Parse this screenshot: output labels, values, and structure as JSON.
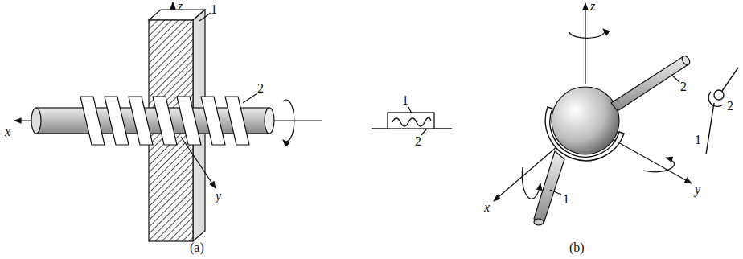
{
  "diagram": {
    "labels": [
      "z",
      "1",
      "x",
      "2",
      "y",
      "1",
      "2",
      "(a)",
      "z",
      "2",
      "x",
      "y",
      "2",
      "1",
      "1",
      "(b)"
    ]
  }
}
